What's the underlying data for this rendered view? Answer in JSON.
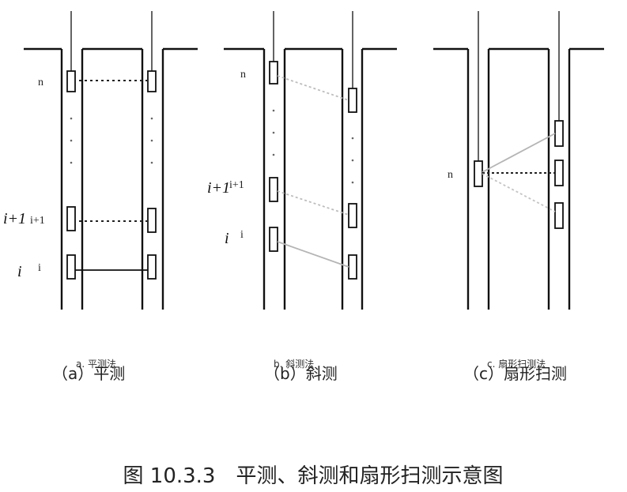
{
  "panel_a": {
    "label_n": "n",
    "label_i1_italic": "i+1",
    "label_i1_small": "i+1",
    "label_i_italic": "i",
    "label_i_small": "i",
    "caption_ghost": "a. 平测法",
    "caption": "（a）平测"
  },
  "panel_b": {
    "label_n": "n",
    "label_i1_italic": "i+1",
    "label_i1_small": "i+1",
    "label_i_italic": "i",
    "label_i_small": "i",
    "caption_ghost": "b. 斜测法",
    "caption": "（b）斜测"
  },
  "panel_c": {
    "label_n": "n",
    "caption_ghost": "c. 扇形扫测法",
    "caption": "（c）扇形扫测"
  },
  "figure_caption": "图 10.3.3　平测、斜测和扇形扫测示意图",
  "colors": {
    "line": "#111111",
    "dashed_dark": "#222222",
    "dashed_light": "#bdbdbd",
    "solid_light": "#b5b5b5"
  }
}
